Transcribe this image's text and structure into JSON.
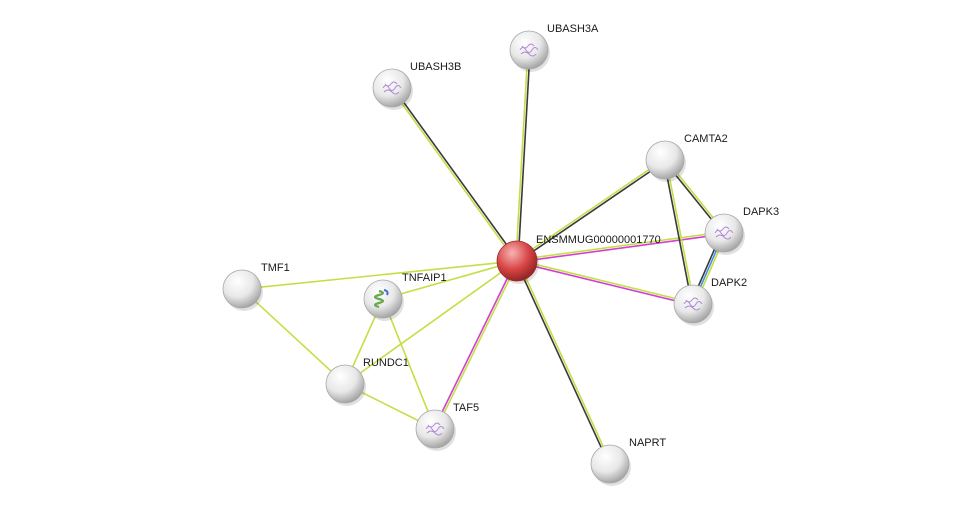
{
  "network": {
    "nodes": [
      {
        "id": "center",
        "label": "ENSMMUG00000001770",
        "kind": "query",
        "color": "#d84545",
        "structure": false
      },
      {
        "id": "ubash3a",
        "label": "UBASH3A",
        "kind": "protein",
        "color": "#e6e6e6",
        "structure": true
      },
      {
        "id": "ubash3b",
        "label": "UBASH3B",
        "kind": "protein",
        "color": "#e6e6e6",
        "structure": true
      },
      {
        "id": "camta2",
        "label": "CAMTA2",
        "kind": "protein",
        "color": "#e6e6e6",
        "structure": false
      },
      {
        "id": "dapk3",
        "label": "DAPK3",
        "kind": "protein",
        "color": "#e6e6e6",
        "structure": true
      },
      {
        "id": "dapk2",
        "label": "DAPK2",
        "kind": "protein",
        "color": "#e6e6e6",
        "structure": true
      },
      {
        "id": "tmf1",
        "label": "TMF1",
        "kind": "protein",
        "color": "#e6e6e6",
        "structure": false
      },
      {
        "id": "tnfaip1",
        "label": "TNFAIP1",
        "kind": "protein",
        "color": "#e6e6e6",
        "structure": true
      },
      {
        "id": "rundc1",
        "label": "RUNDC1",
        "kind": "protein",
        "color": "#e6e6e6",
        "structure": false
      },
      {
        "id": "taf5",
        "label": "TAF5",
        "kind": "protein",
        "color": "#e6e6e6",
        "structure": true
      },
      {
        "id": "naprt",
        "label": "NAPRT",
        "kind": "protein",
        "color": "#e6e6e6",
        "structure": false
      }
    ],
    "edges": [
      {
        "source": "center",
        "target": "ubash3a",
        "evidence": [
          "textmining",
          "coexpression"
        ]
      },
      {
        "source": "center",
        "target": "ubash3b",
        "evidence": [
          "textmining",
          "coexpression"
        ]
      },
      {
        "source": "center",
        "target": "camta2",
        "evidence": [
          "textmining",
          "coexpression"
        ]
      },
      {
        "source": "center",
        "target": "dapk3",
        "evidence": [
          "textmining",
          "experiments"
        ]
      },
      {
        "source": "center",
        "target": "dapk2",
        "evidence": [
          "textmining",
          "experiments"
        ]
      },
      {
        "source": "center",
        "target": "tmf1",
        "evidence": [
          "textmining"
        ]
      },
      {
        "source": "center",
        "target": "tnfaip1",
        "evidence": [
          "textmining"
        ]
      },
      {
        "source": "center",
        "target": "rundc1",
        "evidence": [
          "textmining"
        ]
      },
      {
        "source": "center",
        "target": "taf5",
        "evidence": [
          "textmining",
          "experiments"
        ]
      },
      {
        "source": "center",
        "target": "naprt",
        "evidence": [
          "textmining",
          "coexpression"
        ]
      },
      {
        "source": "camta2",
        "target": "dapk3",
        "evidence": [
          "textmining",
          "coexpression"
        ]
      },
      {
        "source": "camta2",
        "target": "dapk2",
        "evidence": [
          "textmining",
          "coexpression"
        ]
      },
      {
        "source": "dapk3",
        "target": "dapk2",
        "evidence": [
          "textmining",
          "databases",
          "coexpression"
        ]
      },
      {
        "source": "tmf1",
        "target": "rundc1",
        "evidence": [
          "textmining"
        ]
      },
      {
        "source": "tnfaip1",
        "target": "rundc1",
        "evidence": [
          "textmining"
        ]
      },
      {
        "source": "tnfaip1",
        "target": "taf5",
        "evidence": [
          "textmining"
        ]
      },
      {
        "source": "rundc1",
        "target": "taf5",
        "evidence": [
          "textmining"
        ]
      }
    ],
    "evidence_colors": {
      "textmining": "#c2e046",
      "coexpression": "#3a3a3a",
      "experiments": "#d33fd3",
      "databases": "#4a8fe0"
    }
  }
}
